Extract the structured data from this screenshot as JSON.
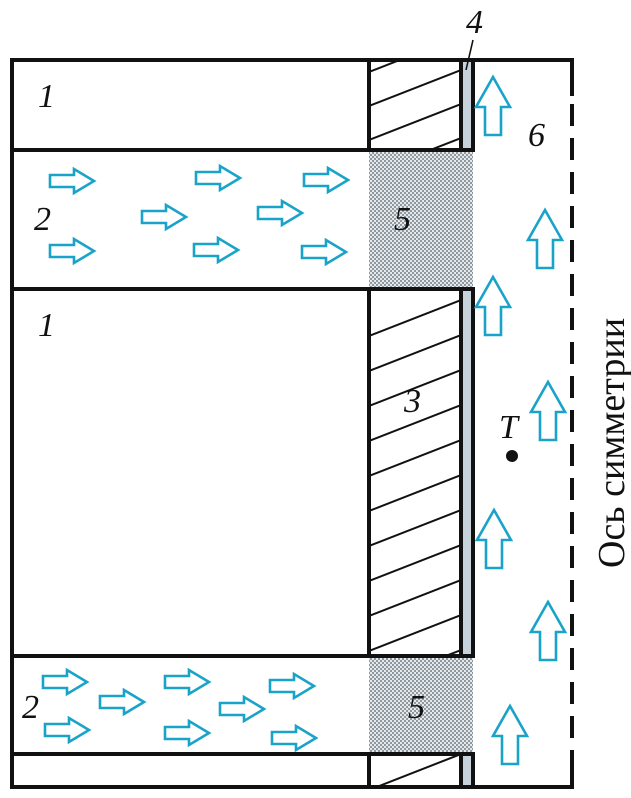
{
  "diagram": {
    "labels": {
      "l1_top": "1",
      "l1_mid": "1",
      "l2_top": "2",
      "l2_bot": "2",
      "l3": "3",
      "l4": "4",
      "l5_top": "5",
      "l5_bot": "5",
      "l6": "6",
      "point_t": "T"
    },
    "axis_label": "Ось симметрии",
    "colors": {
      "arrow": "#1aa3c8",
      "outline": "#111111",
      "strip": "#c8d2da",
      "mesh": "#9aa4ab"
    }
  }
}
